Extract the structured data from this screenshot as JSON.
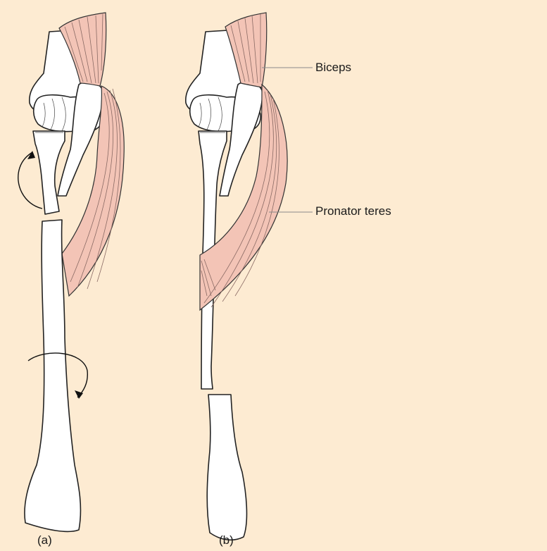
{
  "figure": {
    "labels": {
      "biceps": "Biceps",
      "pronator_teres": "Pronator teres"
    },
    "panels": {
      "a": "(a)",
      "b": "(b)"
    },
    "colors": {
      "background": "#fdebd2",
      "muscle": "#f3c4b6",
      "muscle_lines": "#7a5a55",
      "bone": "#ffffff",
      "outline": "#222222",
      "leader_line": "#8a8a8a"
    }
  }
}
